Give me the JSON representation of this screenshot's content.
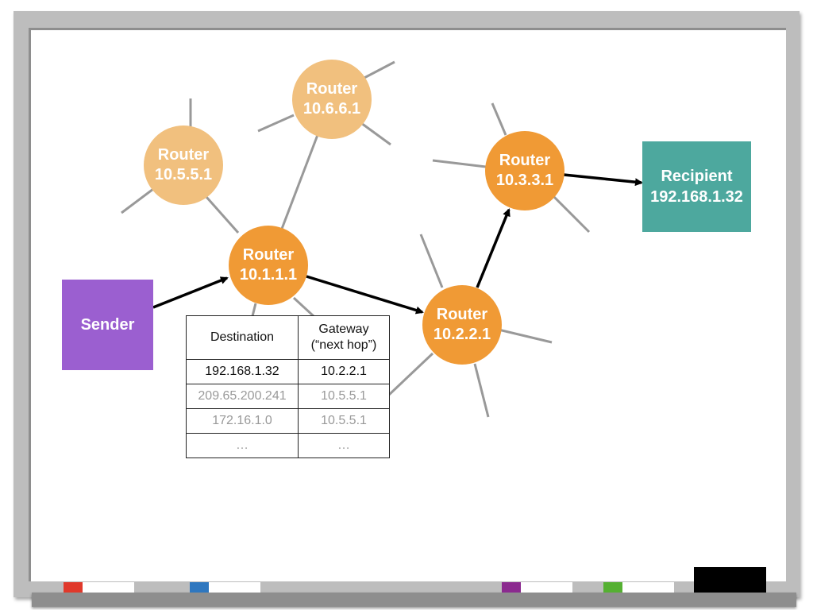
{
  "nodes": {
    "sender": {
      "label": "Sender",
      "color": "#9b5fd0"
    },
    "recipient": {
      "label": "Recipient",
      "ip": "192.168.1.32",
      "color": "#4da89e"
    },
    "routers": [
      {
        "label": "Router",
        "ip": "10.5.5.1",
        "highlight": false
      },
      {
        "label": "Router",
        "ip": "10.6.6.1",
        "highlight": false
      },
      {
        "label": "Router",
        "ip": "10.1.1.1",
        "highlight": true
      },
      {
        "label": "Router",
        "ip": "10.2.2.1",
        "highlight": true
      },
      {
        "label": "Router",
        "ip": "10.3.3.1",
        "highlight": true
      }
    ]
  },
  "routing_table": {
    "headers": [
      "Destination",
      "Gateway",
      "(“next hop”)"
    ],
    "rows": [
      [
        "192.168.1.32",
        "10.2.2.1"
      ],
      [
        "209.65.200.241",
        "10.5.5.1"
      ],
      [
        "172.16.1.0",
        "10.5.5.1"
      ],
      [
        "…",
        "…"
      ]
    ]
  },
  "markers": [
    "#e0392b",
    "#2f77bf",
    "#8b2a8f",
    "#55b032"
  ]
}
